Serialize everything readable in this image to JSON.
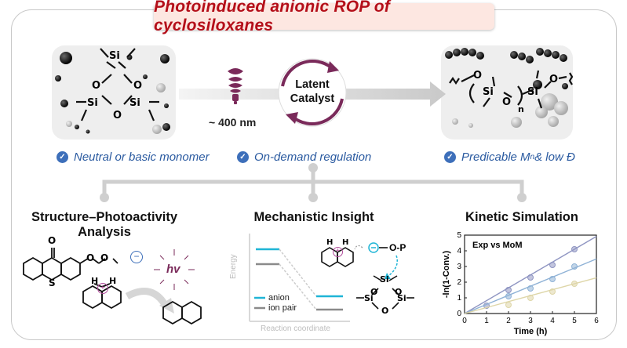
{
  "title": "Photoinduced anionic ROP of cyclosiloxanes",
  "light": {
    "wavelength": "~ 400 nm",
    "icon": "bulb-icon"
  },
  "catalyst": {
    "line1": "Latent",
    "line2": "Catalyst"
  },
  "features": [
    {
      "label": "Neutral or basic monomer"
    },
    {
      "label": "On-demand regulation"
    },
    {
      "label_pre": "Predicable M",
      "label_sub": "n",
      "label_post": " & low Đ"
    }
  ],
  "sections": {
    "structure": {
      "line1": "Structure–Photoactivity",
      "line2": "Analysis",
      "hv": "hv"
    },
    "mechanism": {
      "title": "Mechanistic Insight",
      "y_label": "Energy",
      "x_label": "Reaction coordinate",
      "legend_anion": "anion",
      "legend_ionpair": "ion pair",
      "nucleophile": "O-P"
    },
    "kinetic": {
      "title": "Kinetic Simulation",
      "legend": "Exp vs MoM"
    }
  },
  "atoms": {
    "si": "Si",
    "o": "O",
    "n": "n",
    "h": "H",
    "s": "S"
  },
  "colors": {
    "title_red": "#b40f1a",
    "accent_blue": "#2a5aa0",
    "catalyst_purple": "#7a2a5a",
    "anion_cyan": "#1fb5d6",
    "ionpair_gray": "#8a8a8a"
  },
  "chart_data": {
    "type": "scatter",
    "xlabel": "Time (h)",
    "ylabel": "-ln(1-Conv.)",
    "xlim": [
      0,
      6
    ],
    "ylim": [
      0,
      5
    ],
    "xticks": [
      0,
      1,
      2,
      3,
      4,
      5,
      6
    ],
    "yticks": [
      0,
      1,
      2,
      3,
      4,
      5
    ],
    "legend": "Exp vs MoM",
    "series": [
      {
        "x": [
          1,
          2,
          3,
          4,
          5
        ],
        "y": [
          0.5,
          1.5,
          2.3,
          3.1,
          4.1
        ],
        "color": "#8f95c2",
        "line_slope": 0.82
      },
      {
        "x": [
          2,
          3,
          4,
          5
        ],
        "y": [
          1.1,
          1.6,
          2.2,
          3.0
        ],
        "color": "#8fb2d6",
        "line_slope": 0.58
      },
      {
        "x": [
          2,
          3,
          4,
          5
        ],
        "y": [
          0.55,
          1.0,
          1.4,
          1.9
        ],
        "color": "#ded6a8",
        "line_slope": 0.38
      }
    ]
  }
}
